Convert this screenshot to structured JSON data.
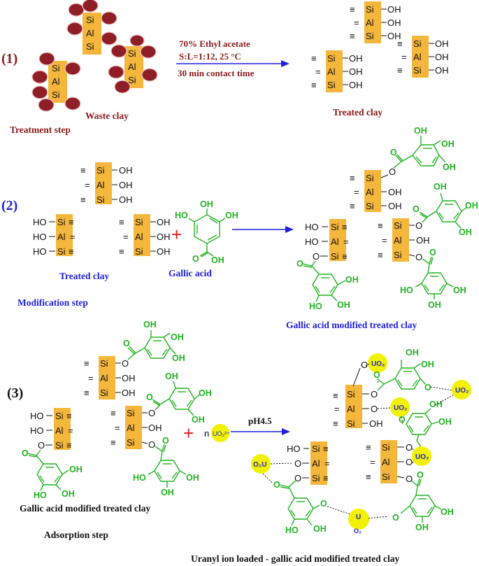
{
  "colors": {
    "maroon": "#8b1a1a",
    "blue": "#1f1fe0",
    "green": "#22b322",
    "block": "#f5b73b",
    "bead": "#8f1f26",
    "uranyl": "#f2f200",
    "plus": "#e21b1b"
  },
  "labels": {
    "step1_num": "(1)",
    "step2_num": "(2)",
    "step3_num": "(3)",
    "waste_clay": "Waste clay",
    "treatment_step": "Treatment step",
    "treated_clay_1": "Treated clay",
    "cond_line1": "70% Ethyl acetate",
    "cond_line2": "S:L=1:12, 25 °C",
    "cond_line3": "30 min contact time",
    "treated_clay_2": "Treated clay",
    "modification_step": "Modification step",
    "gallic_acid": "Gallic acid",
    "ga_modified_1": "Gallic acid modified treated clay",
    "ga_modified_2": "Gallic acid modified treated clay",
    "adsorption_step": "Adsorption step",
    "ph": "pH4.5",
    "n": "n",
    "uranyl_loaded": "Uranyl ion loaded  - gallic acid modified treated clay"
  },
  "atoms": {
    "si": "Si",
    "al": "Al",
    "oh": "OH",
    "ho": "HO",
    "o": "O",
    "uo2": "UO₂",
    "uo2_ion": "UO₂²⁺",
    "o2u": "O₂U",
    "u": "U",
    "o2": "O₂"
  }
}
